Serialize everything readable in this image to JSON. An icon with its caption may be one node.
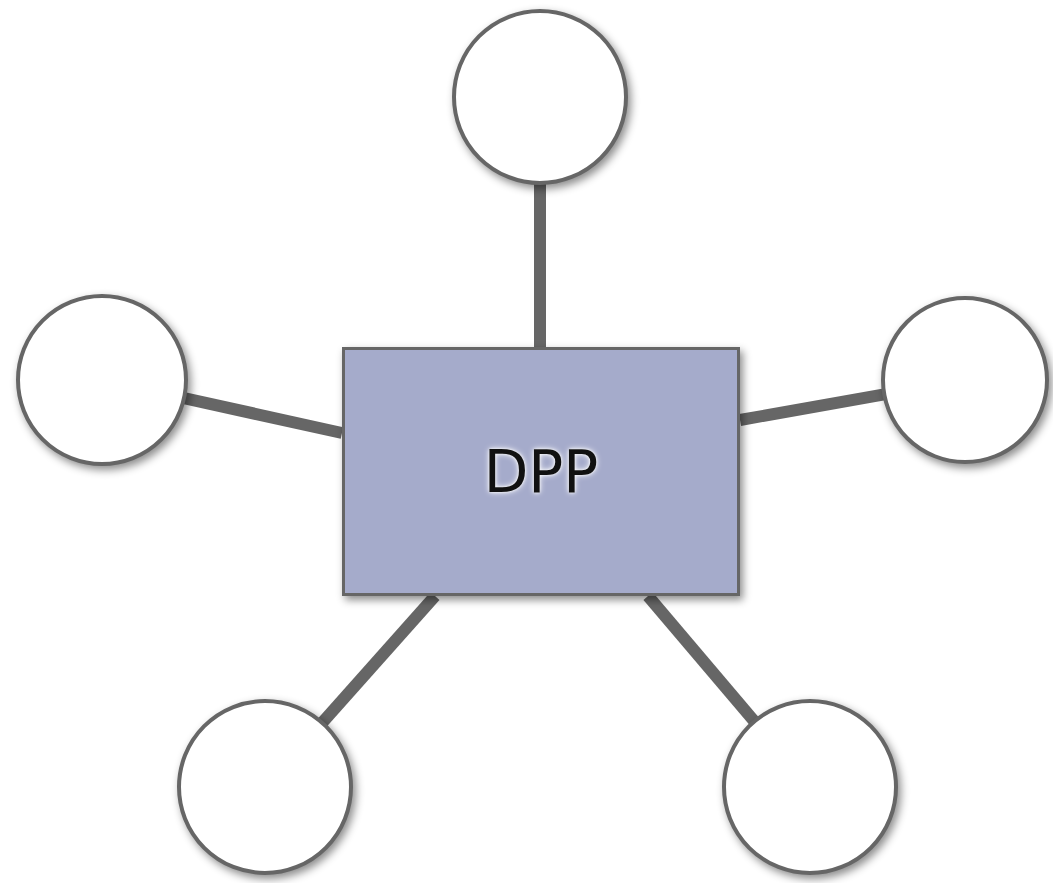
{
  "diagram": {
    "nodes": [
      {
        "text": [],
        "shape": "circle"
      },
      {
        "text": [],
        "shape": "circle"
      },
      {
        "text": [
          "DPP"
        ]
      },
      {
        "text": [],
        "shape": "circle"
      },
      {
        "text": [],
        "shape": "circle"
      },
      {
        "text": [],
        "shape": "circle"
      }
    ],
    "edges": [
      {
        "from": 2,
        "to": 0,
        "arrow": "none"
      },
      {
        "from": 2,
        "to": 1,
        "arrow": "none"
      },
      {
        "from": 2,
        "to": 3,
        "arrow": "none"
      },
      {
        "from": 2,
        "to": 4,
        "arrow": "none"
      },
      {
        "from": 2,
        "to": 5,
        "arrow": "none"
      }
    ]
  }
}
